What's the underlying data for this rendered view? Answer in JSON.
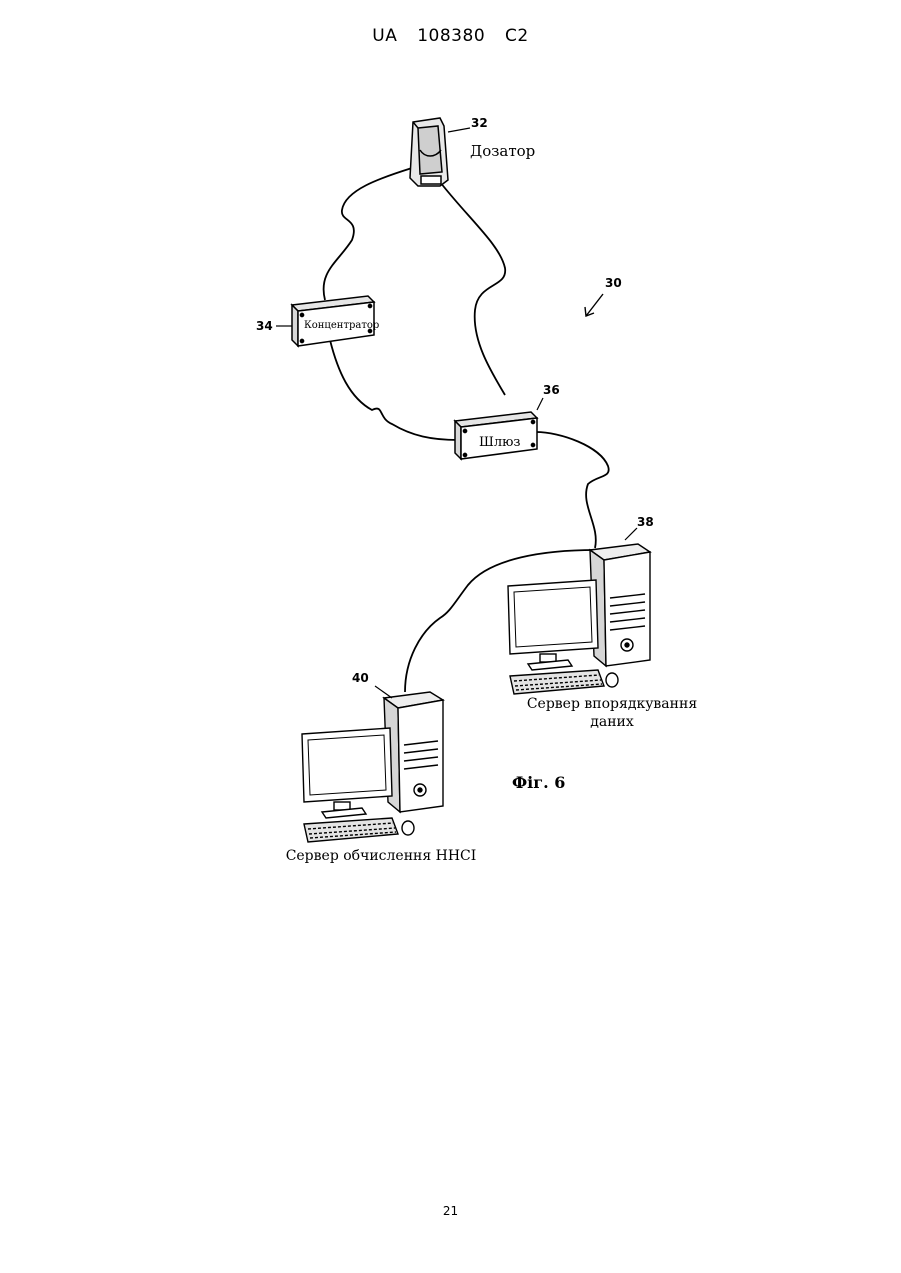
{
  "header": {
    "country": "UA",
    "number": "108380",
    "kind": "C2"
  },
  "figure": {
    "caption": "Фіг. 6",
    "system_ref": "30",
    "nodes": [
      {
        "ref": "32",
        "label": "Дозатор"
      },
      {
        "ref": "34",
        "label": "Концентратор"
      },
      {
        "ref": "36",
        "label": "Шлюз"
      },
      {
        "ref": "38",
        "label_line1": "Сервер впорядкування",
        "label_line2": "даних"
      },
      {
        "ref": "40",
        "label": "Сервер обчислення ННСІ"
      }
    ]
  },
  "page_number": "21"
}
